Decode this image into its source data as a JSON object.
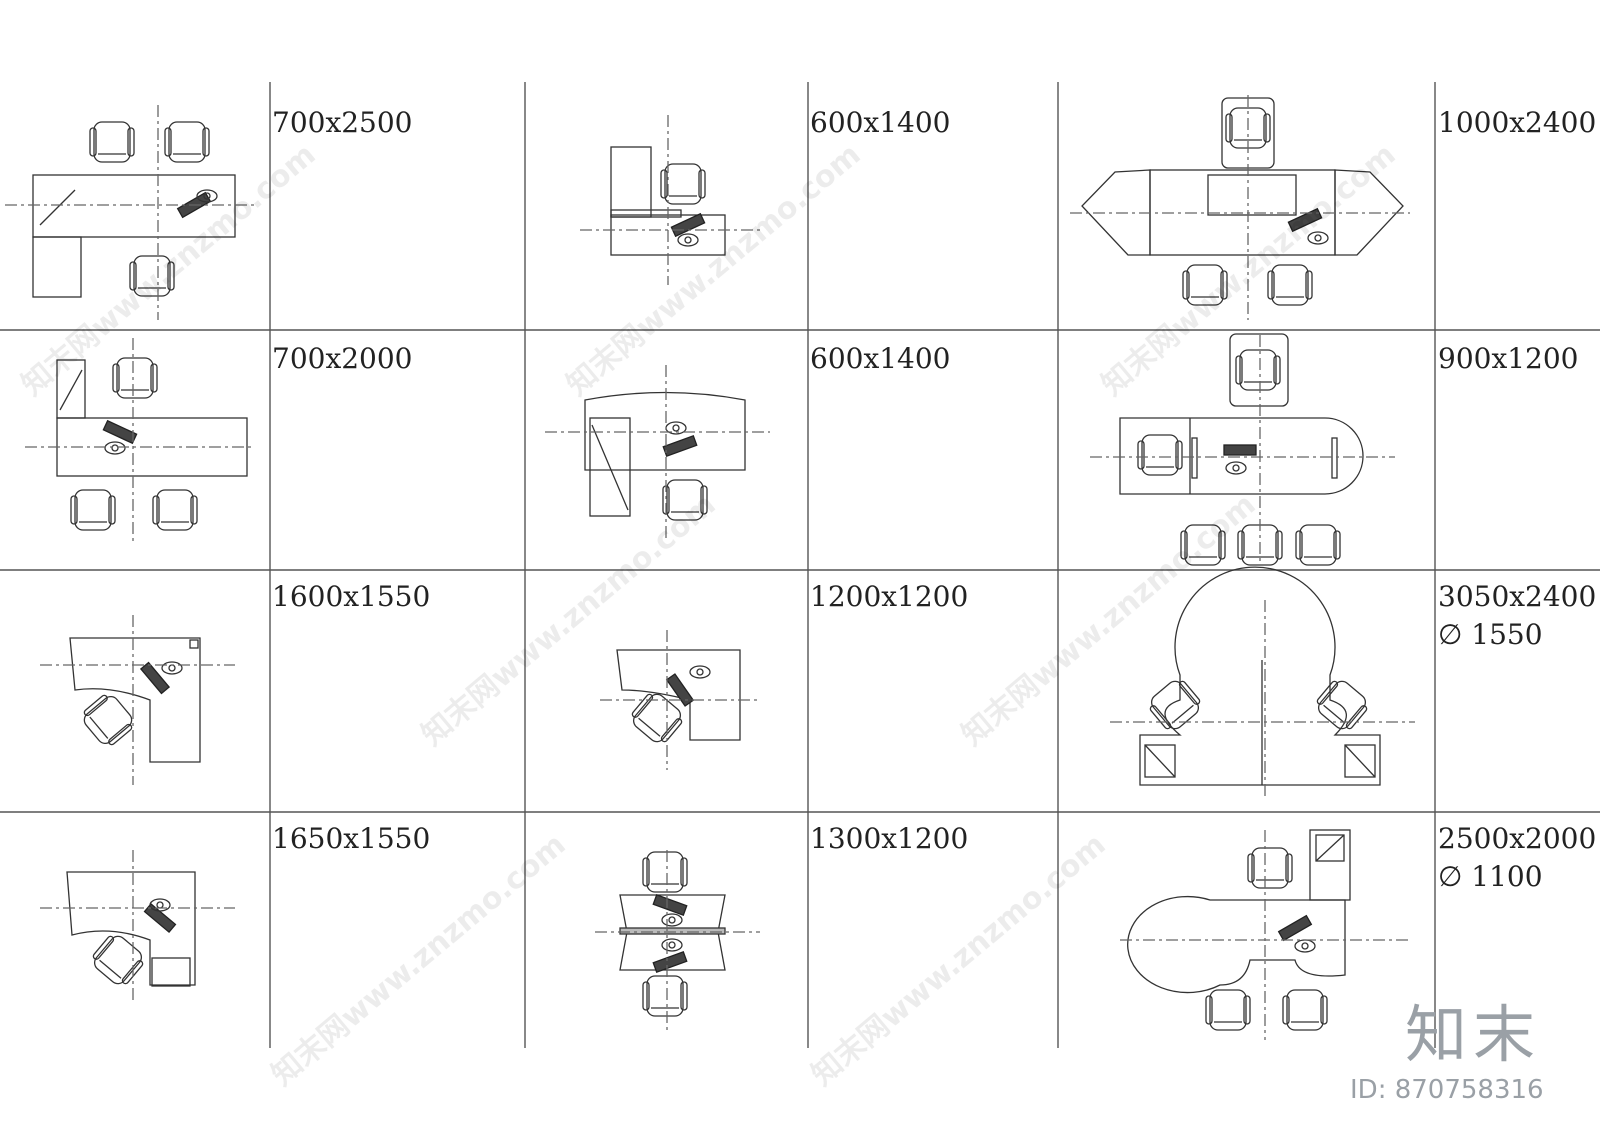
{
  "labels": [
    {
      "id": "cell-1-1",
      "lines": [
        "700x2500"
      ]
    },
    {
      "id": "cell-1-2",
      "lines": [
        "600x1400"
      ]
    },
    {
      "id": "cell-1-3",
      "lines": [
        "1000x2400"
      ]
    },
    {
      "id": "cell-2-1",
      "lines": [
        "700x2000"
      ]
    },
    {
      "id": "cell-2-2",
      "lines": [
        "600x1400"
      ]
    },
    {
      "id": "cell-2-3",
      "lines": [
        "900x1200"
      ]
    },
    {
      "id": "cell-3-1",
      "lines": [
        "1600x1550"
      ]
    },
    {
      "id": "cell-3-2",
      "lines": [
        "1200x1200"
      ]
    },
    {
      "id": "cell-3-3",
      "lines": [
        "3050x2400",
        "∅ 1550"
      ]
    },
    {
      "id": "cell-4-1",
      "lines": [
        "1650x1550"
      ]
    },
    {
      "id": "cell-4-2",
      "lines": [
        "1300x1200"
      ]
    },
    {
      "id": "cell-4-3",
      "lines": [
        "2500x2000",
        "∅ 1100"
      ]
    }
  ],
  "watermark": {
    "text": "知末网www.znzmo.com",
    "logo": "知末",
    "id_text": "ID: 870758316"
  }
}
